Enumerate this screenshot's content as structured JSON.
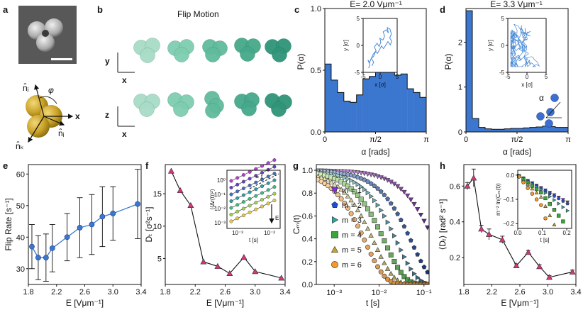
{
  "panel_labels": [
    "a",
    "b",
    "c",
    "d",
    "e",
    "f",
    "g",
    "h"
  ],
  "panel_a": {
    "vectors": {
      "ni": "n̂ᵢ",
      "nj": "n̂ⱼ",
      "nk": "n̂ₖ"
    },
    "angle": "φ",
    "axis": "x",
    "particle_color": "#c9a227"
  },
  "panel_b": {
    "title": "Flip Motion",
    "top_axes": {
      "vertical": "y",
      "horizontal": "x"
    },
    "bottom_axes": {
      "vertical": "z",
      "horizontal": "x"
    },
    "colors": [
      "#a8dcc7",
      "#7fcdb0",
      "#5fbb9c",
      "#45a88a",
      "#2f9478"
    ]
  },
  "chart_data": [
    {
      "id": "c",
      "type": "histogram",
      "title": "E= 2.0 Vμm⁻¹",
      "xlabel": "α [rads]",
      "ylabel": "P(α)",
      "xticklabels": [
        "0",
        "π/2",
        "π"
      ],
      "xlim": [
        0,
        3.1416
      ],
      "ylim": [
        0,
        1.0
      ],
      "yticks": [
        0.0,
        0.5,
        1.0
      ],
      "yticklabels": [
        "0.0",
        "0.5",
        "1.0"
      ],
      "bin_width": 0.1963,
      "values": [
        0.55,
        0.42,
        0.32,
        0.25,
        0.24,
        0.3,
        0.43,
        0.45,
        0.57,
        0.49,
        0.61,
        0.46,
        0.47,
        0.35,
        0.32,
        0.28
      ],
      "color": "#3b77cf",
      "inset": {
        "type": "line",
        "xlabel": "x [σ]",
        "ylabel": "y [σ]",
        "xlim": [
          -5,
          5
        ],
        "ylim": [
          -5,
          5
        ],
        "xticks": [
          -5,
          0,
          5
        ],
        "yticks": [
          -5,
          0,
          5
        ],
        "x": [
          -2.4,
          -1.9,
          -2.6,
          -2.0,
          -1.2,
          -1.7,
          -0.9,
          -0.3,
          0.2,
          -0.1,
          0.8,
          1.3,
          0.9,
          1.8,
          2.4,
          2.1,
          2.9,
          3.3,
          2.8,
          3.4,
          3.0,
          2.3,
          1.6,
          1.0,
          0.4,
          -0.2,
          -0.8,
          -1.3,
          -1.9,
          -2.7,
          -3.1,
          -3.6,
          -3.0,
          -3.4
        ],
        "y": [
          -3.8,
          -3.1,
          -2.4,
          -1.6,
          -1.0,
          -0.3,
          0.4,
          -0.2,
          0.6,
          1.3,
          1.0,
          1.7,
          2.5,
          2.9,
          2.3,
          3.3,
          3.0,
          2.1,
          1.4,
          0.8,
          0.1,
          0.7,
          0.0,
          -0.6,
          -0.1,
          -0.8,
          -1.5,
          -1.1,
          -2.0,
          -2.5,
          -3.2,
          -2.7,
          -3.6,
          -4.2
        ]
      }
    },
    {
      "id": "d",
      "type": "histogram",
      "title": "E= 3.3 Vμm⁻¹",
      "xlabel": "α [rads]",
      "ylabel": "P(α)",
      "xticklabels": [
        "0",
        "π/2",
        "π"
      ],
      "xlim": [
        0,
        3.1416
      ],
      "ylim": [
        0,
        2.75
      ],
      "yticks": [
        0,
        1,
        2
      ],
      "yticklabels": [
        "0",
        "1",
        "2"
      ],
      "bin_width": 0.1963,
      "values": [
        2.7,
        0.3,
        0.1,
        0.07,
        0.06,
        0.06,
        0.07,
        0.08,
        0.08,
        0.09,
        0.1,
        0.11,
        0.13,
        0.12,
        0.1,
        0.1
      ],
      "color": "#3b77cf",
      "annotation": "α",
      "inset": {
        "type": "line",
        "xlabel": "x [σ]",
        "ylabel": "y [σ]",
        "xlim": [
          -5,
          5
        ],
        "ylim": [
          -5,
          5
        ],
        "xticks": [
          -5,
          0,
          5
        ],
        "yticks": [
          -5,
          0,
          5
        ]
      }
    },
    {
      "id": "e",
      "type": "line",
      "xlabel": "E [Vμm⁻¹]",
      "ylabel": "Flip Rate [s⁻¹]",
      "xlim": [
        1.8,
        3.4
      ],
      "ylim": [
        25,
        63
      ],
      "xticks": [
        1.8,
        2.2,
        2.6,
        3.0,
        3.4
      ],
      "yticks": [
        30,
        40,
        50,
        60
      ],
      "x": [
        1.85,
        1.94,
        2.05,
        2.14,
        2.35,
        2.53,
        2.7,
        2.85,
        3.0,
        3.35
      ],
      "y": [
        37.0,
        33.5,
        33.5,
        36.5,
        40.0,
        43.0,
        44.0,
        46.5,
        47.5,
        50.5
      ],
      "yerr": [
        7.0,
        7.0,
        7.5,
        7.5,
        7.5,
        9.5,
        9.5,
        9.5,
        8.5,
        11.0
      ],
      "color": "#3b77cf"
    },
    {
      "id": "f",
      "type": "line",
      "xlabel": "E [Vμm⁻¹]",
      "ylabel": "Dₜ [σ²s⁻¹]",
      "xlim": [
        1.8,
        3.4
      ],
      "ylim": [
        1.0,
        19.5
      ],
      "xticks": [
        1.8,
        2.2,
        2.6,
        3.0,
        3.4
      ],
      "yticks": [
        5,
        10,
        15
      ],
      "x": [
        1.88,
        2.0,
        2.14,
        2.31,
        2.5,
        2.66,
        2.85,
        3.0,
        3.35
      ],
      "y": [
        18.5,
        15.5,
        13.2,
        4.5,
        3.8,
        2.7,
        5.2,
        3.0,
        2.0
      ],
      "color": "#d4367a",
      "inset": {
        "type": "scatter",
        "title": "∝ t",
        "xlabel": "t [s]",
        "ylabel": "⟨(Δr(t))²⟩",
        "arrow_label": "E",
        "xticklabels": [
          "10⁻³",
          "10⁻²"
        ],
        "yticklabels": [
          "10⁻³",
          "10⁻²",
          "10⁻¹",
          "10⁰"
        ],
        "colors": [
          "#e6c84a",
          "#9fd44f",
          "#3ebd82",
          "#2aa0a8",
          "#3f6fc5",
          "#6a3ec9",
          "#b43fd0"
        ]
      }
    },
    {
      "id": "g",
      "type": "scatter",
      "xlabel": "t [s]",
      "ylabel": "Cₘ(t)",
      "xscale": "log",
      "xlim": [
        0.0004,
        0.13
      ],
      "ylim": [
        0,
        1.05
      ],
      "xticklabels": [
        "10⁻³",
        "10⁻²",
        "10⁻¹"
      ],
      "yticks": [
        0.0,
        0.2,
        0.4,
        0.6,
        0.8,
        1.0
      ],
      "yticklabels": [
        "0.0",
        "0.2",
        "0.4",
        "0.6",
        "0.8",
        "1.0"
      ],
      "series": [
        {
          "name": "m = 1",
          "marker": "triangle-down",
          "tau": 0.55,
          "cmap": [
            "#e9b8f0",
            "#5b1a8a"
          ]
        },
        {
          "name": "m = 2",
          "marker": "pentagon",
          "tau": 0.18,
          "cmap": [
            "#bcd3f5",
            "#0c2f7a"
          ]
        },
        {
          "name": "m = 3",
          "marker": "triangle-right",
          "tau": 0.09,
          "cmap": [
            "#bff0e0",
            "#145a78"
          ]
        },
        {
          "name": "m = 4",
          "marker": "square",
          "tau": 0.05,
          "cmap": [
            "#d9f5c0",
            "#2a7a2a"
          ]
        },
        {
          "name": "m = 5",
          "marker": "triangle-up",
          "tau": 0.03,
          "cmap": [
            "#f5eec0",
            "#8a7a1e"
          ]
        },
        {
          "name": "m = 6",
          "marker": "circle",
          "tau": 0.02,
          "cmap": [
            "#fbd6a8",
            "#c46a08"
          ]
        }
      ],
      "legend_colors": [
        "#8a2be2",
        "#1f4fd1",
        "#2ba7a3",
        "#3aa63a",
        "#c8a42a",
        "#f39a2b"
      ]
    },
    {
      "id": "h",
      "type": "line",
      "xlabel": "E [Vμm⁻¹]",
      "ylabel": "⟨Dᵣ⟩ [rad² s⁻¹]",
      "xlim": [
        1.8,
        3.4
      ],
      "ylim": [
        0.05,
        0.72
      ],
      "xticks": [
        1.8,
        2.2,
        2.6,
        3.0,
        3.4
      ],
      "yticks": [
        0.2,
        0.4,
        0.6
      ],
      "x": [
        1.85,
        1.94,
        2.05,
        2.16,
        2.35,
        2.55,
        2.72,
        2.88,
        3.02,
        3.35
      ],
      "y": [
        0.6,
        0.645,
        0.36,
        0.33,
        0.3,
        0.155,
        0.23,
        0.15,
        0.09,
        0.12
      ],
      "yerr": [
        0.02,
        0.05,
        0.02,
        0.03,
        0.02,
        0.01,
        0.01,
        0.01,
        0.01,
        0.01
      ],
      "color": "#d4367a",
      "inset": {
        "type": "scatter",
        "xlabel": "t [s]",
        "ylabel": "m⁻² ln(Cₘ(t))",
        "xlim": [
          0,
          0.22
        ],
        "ylim": [
          -0.22,
          0.02
        ],
        "xticks": [
          0.0,
          0.1,
          0.2
        ],
        "xticklabels": [
          "0.0",
          "0.1",
          "0.2"
        ],
        "yticks": [
          0.0,
          -0.1,
          -0.2
        ],
        "yticklabels": [
          "0.0",
          "−0.1",
          "−0.2"
        ]
      }
    }
  ]
}
